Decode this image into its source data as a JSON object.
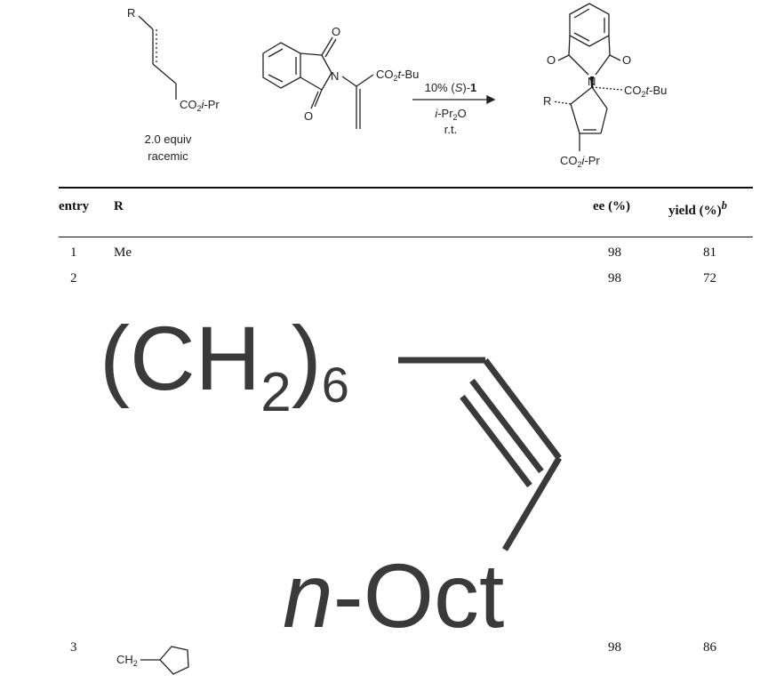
{
  "scheme": {
    "reagent1": {
      "r_label": "R",
      "ester": "CO",
      "ester_sub": "2",
      "ester_tail": "i",
      "ester_end": "-Pr",
      "equiv": "2.0 equiv",
      "racemic": "racemic"
    },
    "reagent2": {
      "o_top": "O",
      "o_bottom": "O",
      "n": "N",
      "ester": "CO",
      "ester_sub": "2",
      "ester_t": "t",
      "ester_end": "-Bu"
    },
    "conditions": {
      "catalyst_pct": "10% (",
      "catalyst_s": "S",
      "catalyst_close": ")-",
      "catalyst_num": "1",
      "solvent_i": "i",
      "solvent_pr": "-Pr",
      "solvent_sub": "2",
      "solvent_o": "O",
      "temp": "r.t."
    },
    "product": {
      "o_left": "O",
      "o_right": "O",
      "n": "N",
      "r_label": "R",
      "ester_tbu": "CO",
      "ester_tbu_sub": "2",
      "ester_tbu_t": "t",
      "ester_tbu_end": "-Bu",
      "ester_ipr": "CO",
      "ester_ipr_sub": "2",
      "ester_ipr_i": "i",
      "ester_ipr_end": "-Pr"
    }
  },
  "table": {
    "headers": {
      "entry": "entry",
      "r": "R",
      "ee": "ee (%)",
      "yield": "yield (%)",
      "yield_sup": "b"
    },
    "rows": [
      {
        "entry": "1",
        "r": "Me",
        "ee": "98",
        "yield": "81"
      },
      {
        "entry": "2",
        "r": "",
        "ee": "98",
        "yield": "72"
      },
      {
        "entry": "3",
        "r": "",
        "ee": "98",
        "yield": "86"
      }
    ],
    "entry2_struct": {
      "ch": "(CH",
      "sub2": "2",
      "close": ")",
      "sub6": "6",
      "n_italic": "n",
      "oct": "-Oct"
    },
    "entry3_struct": {
      "ch": "CH",
      "sub2": "2"
    }
  }
}
